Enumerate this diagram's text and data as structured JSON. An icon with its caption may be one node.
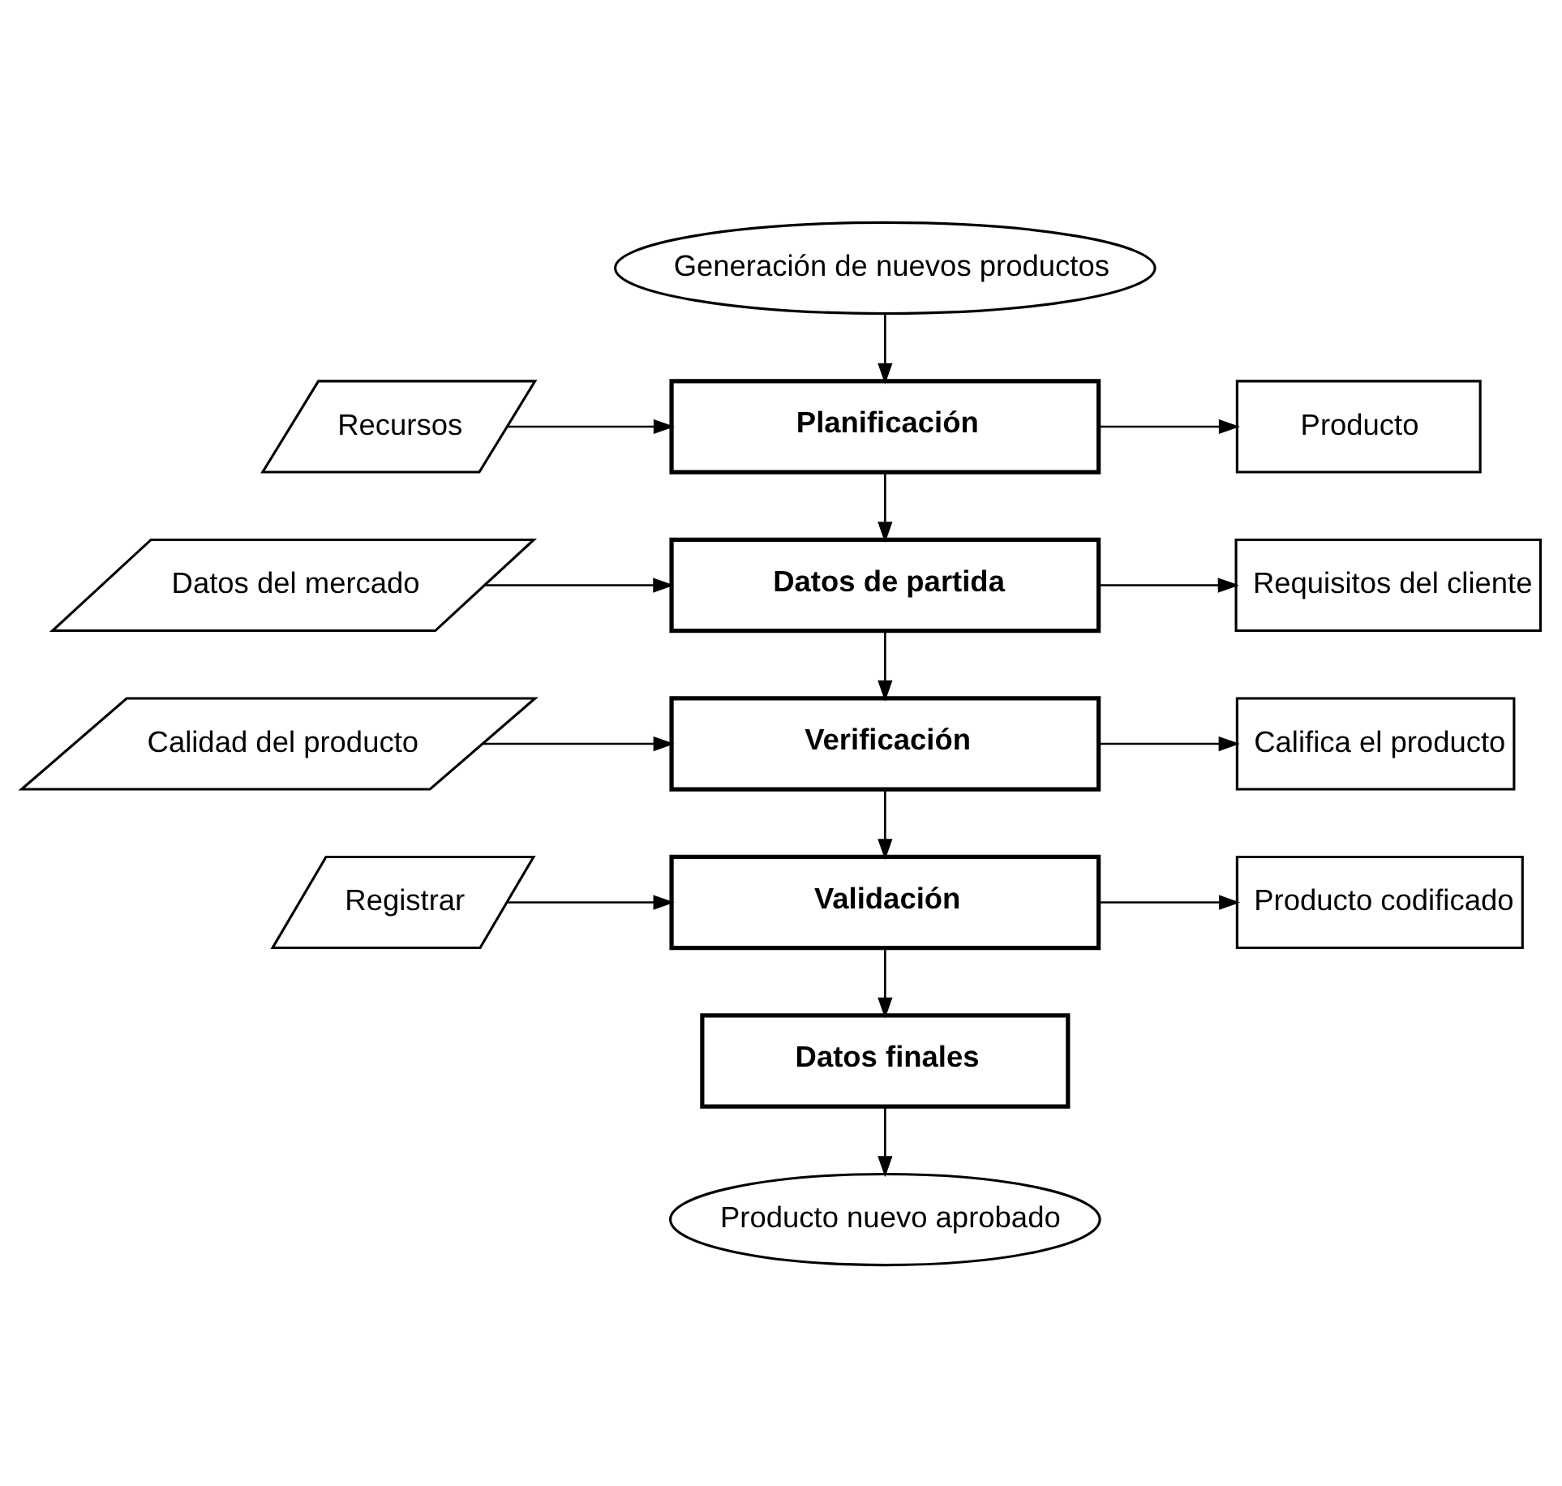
{
  "diagram": {
    "nodes": [
      {
        "text": [
          "Generación de nuevos productos"
        ]
      },
      {
        "text": [
          "Recursos"
        ]
      },
      {
        "text": [
          "Planificación"
        ]
      },
      {
        "text": [
          "Producto"
        ]
      },
      {
        "text": [
          "Datos del mercado"
        ]
      },
      {
        "text": [
          "Datos de partida"
        ]
      },
      {
        "text": [
          "Requisitos del cliente"
        ]
      },
      {
        "text": [
          "Calidad del producto"
        ]
      },
      {
        "text": [
          "Verificación"
        ]
      },
      {
        "text": [
          "Califica el producto"
        ]
      },
      {
        "text": [
          "Registrar"
        ]
      },
      {
        "text": [
          "Validación"
        ]
      },
      {
        "text": [
          "Producto codificado"
        ]
      },
      {
        "text": [
          "Datos finales"
        ]
      },
      {
        "text": [
          "Producto nuevo aprobado"
        ]
      }
    ],
    "edges": [
      {
        "from": 0,
        "to": 2,
        "arrow": "to"
      },
      {
        "from": 1,
        "to": 2,
        "arrow": "to"
      },
      {
        "from": 2,
        "to": 3,
        "arrow": "to"
      },
      {
        "from": 2,
        "to": 5,
        "arrow": "to"
      },
      {
        "from": 4,
        "to": 5,
        "arrow": "to"
      },
      {
        "from": 5,
        "to": 6,
        "arrow": "to"
      },
      {
        "from": 5,
        "to": 8,
        "arrow": "to"
      },
      {
        "from": 7,
        "to": 8,
        "arrow": "to"
      },
      {
        "from": 8,
        "to": 9,
        "arrow": "to"
      },
      {
        "from": 8,
        "to": 11,
        "arrow": "to"
      },
      {
        "from": 10,
        "to": 11,
        "arrow": "to"
      },
      {
        "from": 11,
        "to": 12,
        "arrow": "to"
      },
      {
        "from": 11,
        "to": 13,
        "arrow": "to"
      },
      {
        "from": 13,
        "to": 14,
        "arrow": "to"
      }
    ]
  }
}
